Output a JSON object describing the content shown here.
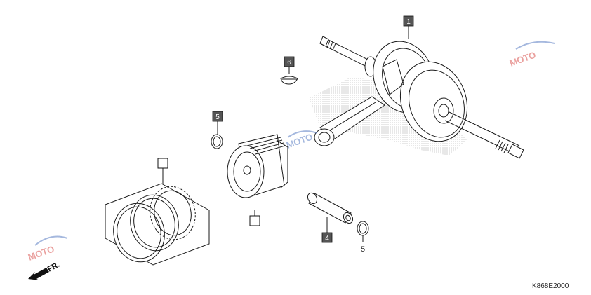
{
  "callouts": {
    "crankshaft": "1",
    "piston_pin": "4",
    "piston_pin_clip": "5",
    "clip_upper": "5",
    "woodruff_key": "6",
    "piston_rings": "",
    "piston": ""
  },
  "direction": {
    "label": "FR."
  },
  "diagram_code": "K868E2000",
  "watermark": {
    "text": "MOTO",
    "color_blue": "#5b7fc4",
    "color_red": "#d9534f"
  },
  "colors": {
    "callout_fill": "#555555",
    "line": "#1a1a1a"
  }
}
